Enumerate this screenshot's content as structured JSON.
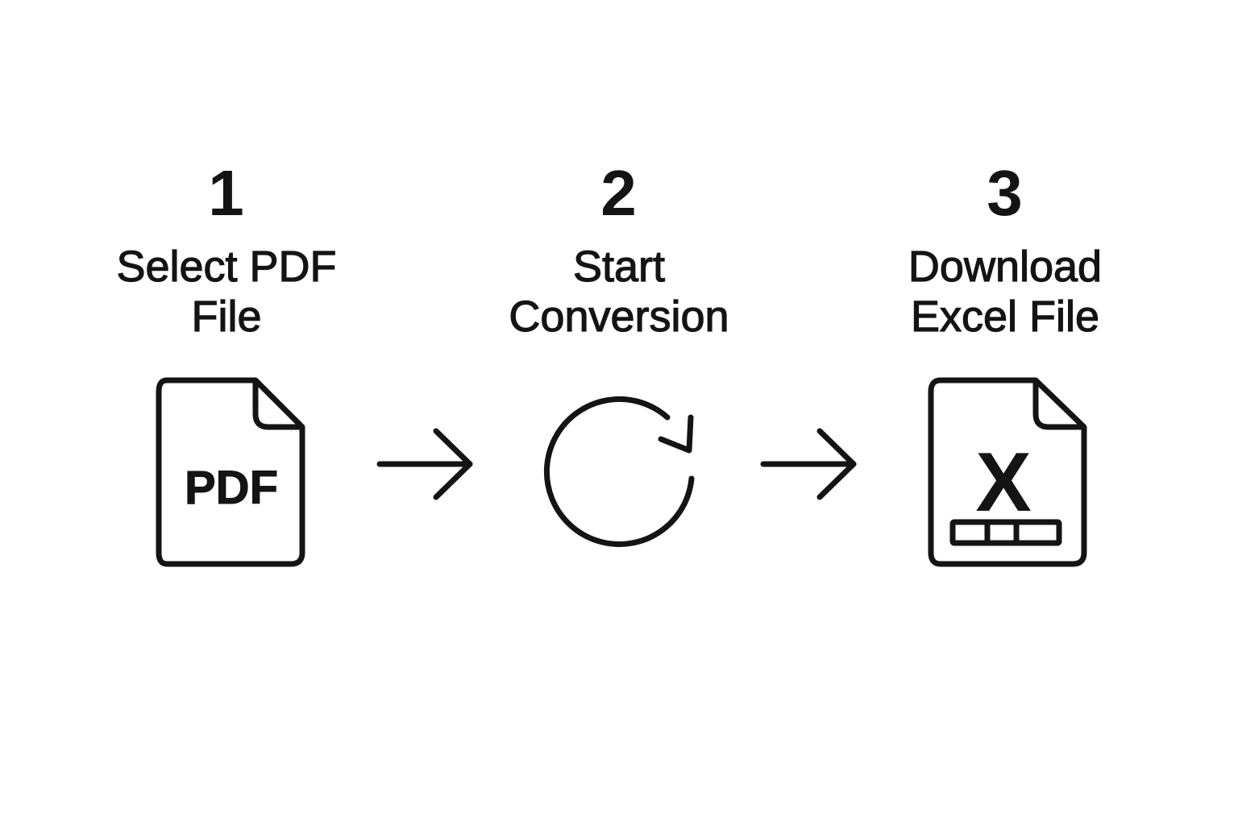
{
  "steps": [
    {
      "number": "1",
      "label_line1": "Select PDF",
      "label_line2": "File",
      "icon": "pdf-file-icon"
    },
    {
      "number": "2",
      "label_line1": "Start",
      "label_line2": "Conversion",
      "icon": "refresh-icon"
    },
    {
      "number": "3",
      "label_line1": "Download",
      "label_line2": "Excel File",
      "icon": "excel-file-icon"
    }
  ],
  "icons": {
    "pdf_text": "PDF",
    "excel_text": "X"
  },
  "colors": {
    "ink": "#141414",
    "background": "#ffffff"
  }
}
